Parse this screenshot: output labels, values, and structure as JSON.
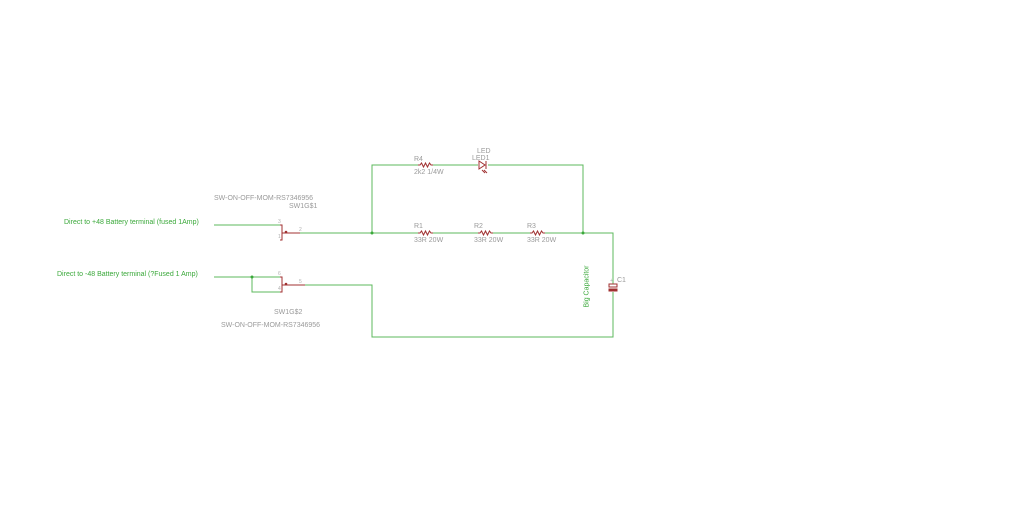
{
  "colors": {
    "wire": "#5cb85c",
    "part": "#a03030",
    "label": "#9a9a9a",
    "netlabel": "#3aa83a"
  },
  "nets": {
    "pos": "Direct to +48 Battery terminal (fused 1Amp)",
    "neg": "Direct to -48 Battery terminal (?Fused 1 Amp)",
    "cap": "Big Capacitor"
  },
  "sw1": {
    "value": "SW-ON-OFF-MOM-RS7346956",
    "name": "SW1G$1",
    "pins": [
      "3",
      "1",
      "2"
    ]
  },
  "sw2": {
    "value": "SW-ON-OFF-MOM-RS7346956",
    "name": "SW1G$2",
    "pins": [
      "6",
      "4",
      "5"
    ]
  },
  "r4": {
    "name": "R4",
    "value": "2k2 1/4W"
  },
  "led": {
    "value": "LED",
    "name": "LED1"
  },
  "r1": {
    "name": "R1",
    "value": "33R 20W"
  },
  "r2": {
    "name": "R2",
    "value": "33R 20W"
  },
  "r3": {
    "name": "R3",
    "value": "33R 20W"
  },
  "c1": {
    "name": "C1",
    "plus": "+"
  }
}
